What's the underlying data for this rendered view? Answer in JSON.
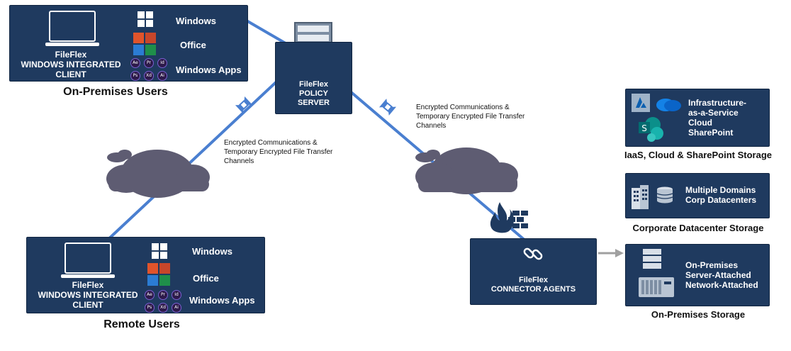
{
  "on_premises_users": {
    "client_label": "FileFlex\nWINDOWS INTEGRATED\nCLIENT",
    "apps": [
      "Windows",
      "Office",
      "Windows Apps"
    ],
    "caption": "On-Premises Users"
  },
  "remote_users": {
    "client_label": "FileFlex\nWINDOWS INTEGRATED\nCLIENT",
    "apps": [
      "Windows",
      "Office",
      "Windows Apps"
    ],
    "caption": "Remote Users"
  },
  "policy_server": {
    "label": "FileFlex\nPOLICY\nSERVER"
  },
  "connector_agents": {
    "label": "FileFlex\nCONNECTOR AGENTS"
  },
  "encryption_notes": [
    "Encrypted Communications &\nTemporary Encrypted File Transfer\nChannels",
    "Encrypted Communications &\nTemporary Encrypted File Transfer\nChannels"
  ],
  "adobe_apps": [
    "Ae",
    "Pr",
    "Id",
    "Ps",
    "Xd",
    "Ai"
  ],
  "storage": [
    {
      "label": "Infrastructure-\nas-a-Service\nCloud\nSharePoint",
      "caption": "IaaS, Cloud & SharePoint Storage",
      "icons": [
        "azure-icon",
        "onedrive-cloud-icon",
        "sharepoint-icon"
      ]
    },
    {
      "label": "Multiple Domains\nCorp Datacenters",
      "caption": "Corporate Datacenter Storage",
      "icons": [
        "office-building-icon",
        "database-icon"
      ]
    },
    {
      "label": "On-Premises\nServer-Attached\nNetwork-Attached",
      "caption": "On-Premises Storage",
      "icons": [
        "server-rack-icon",
        "nas-icon"
      ]
    }
  ],
  "colors": {
    "box": "#1f3a5f",
    "connector_line": "#4a7fd0",
    "cloud": "#5e5c72",
    "arrow": "#a0a0a0"
  }
}
